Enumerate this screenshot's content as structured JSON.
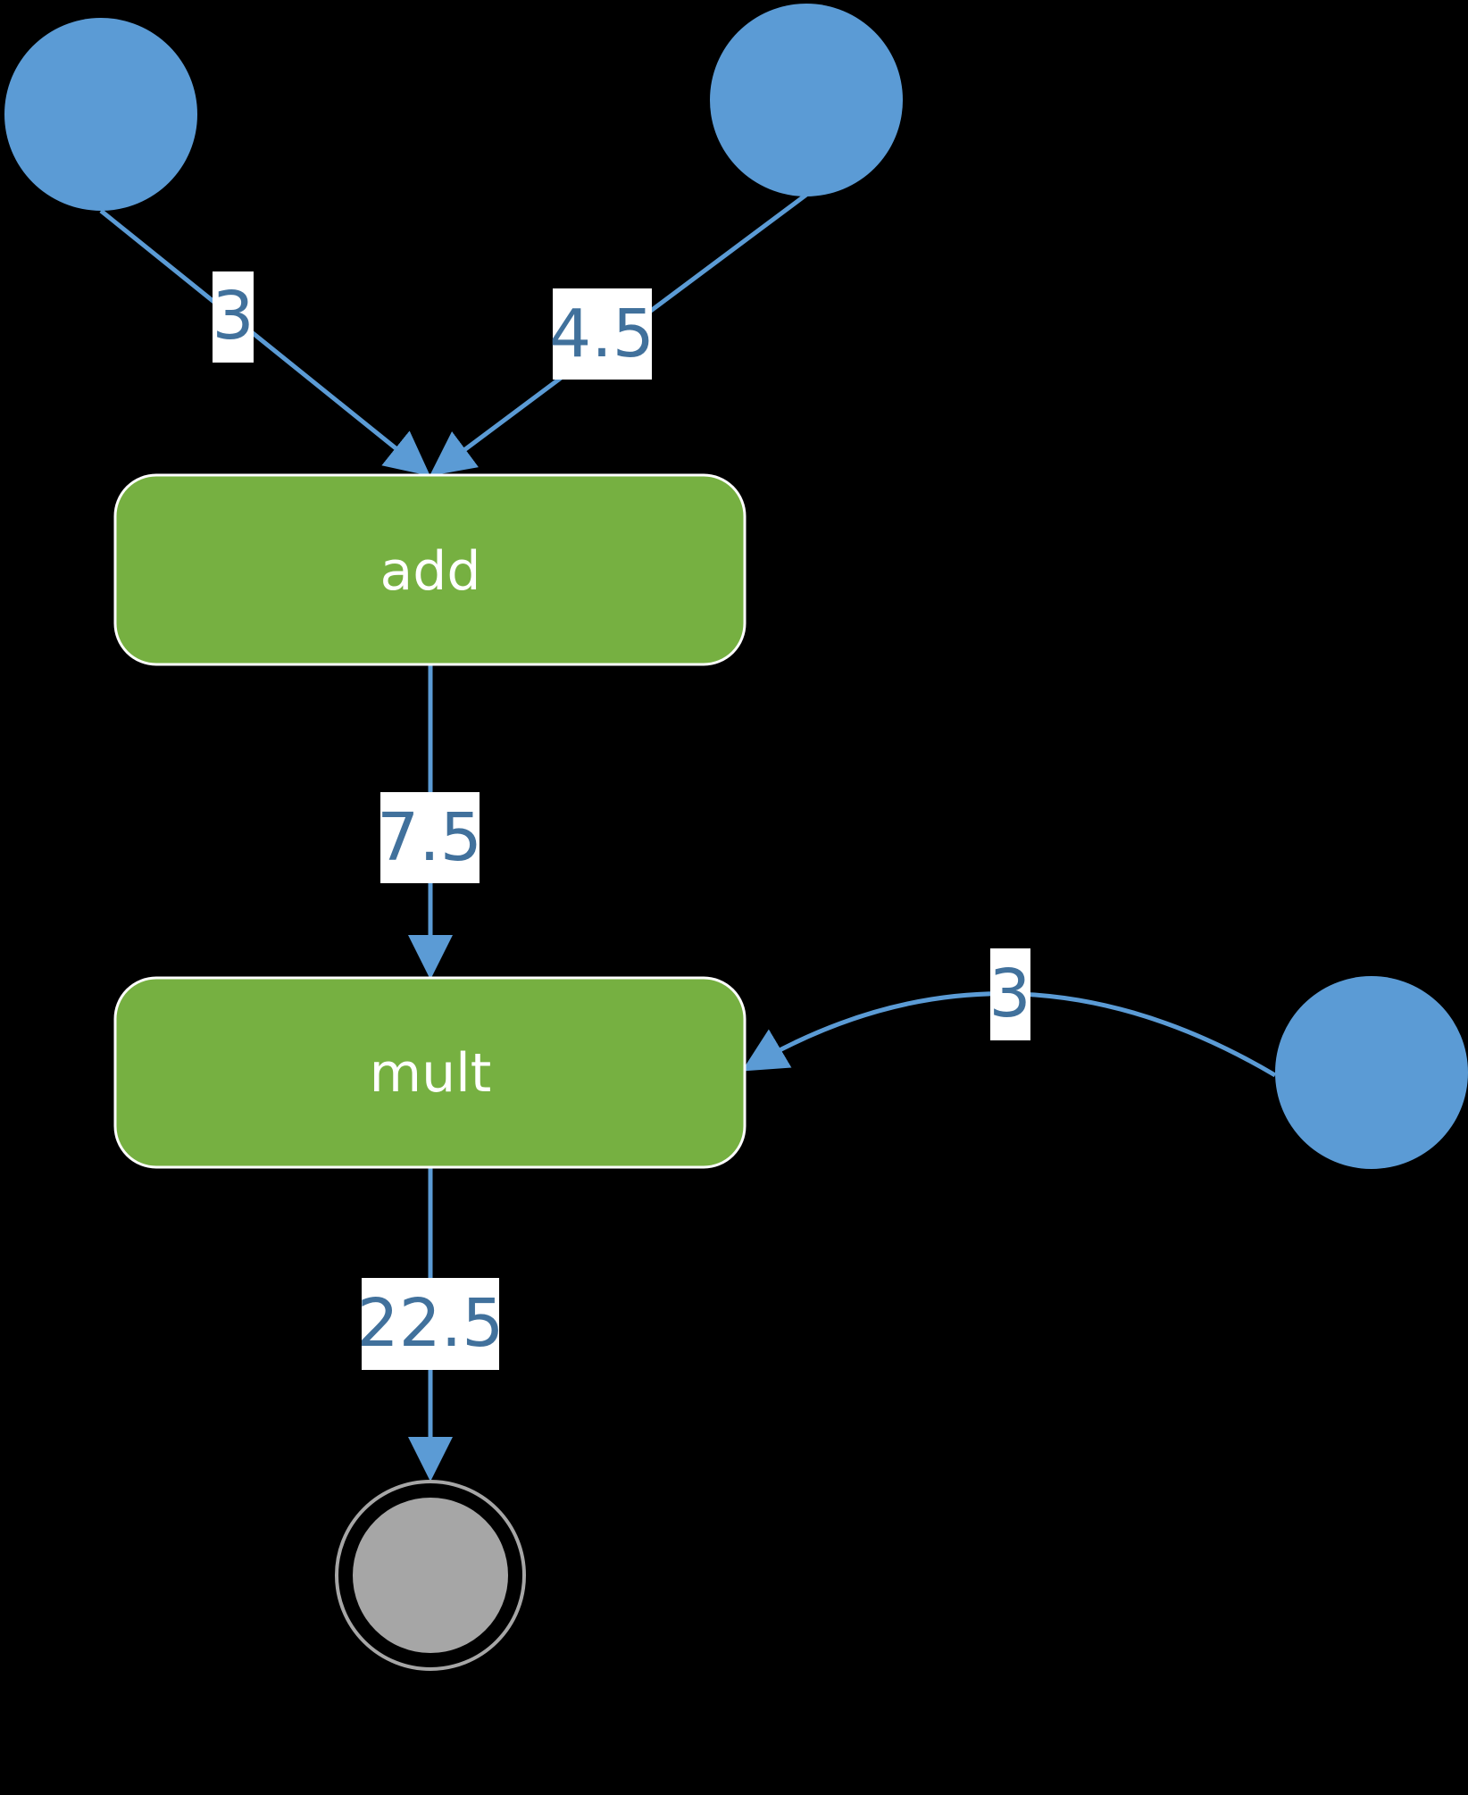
{
  "colors": {
    "background": "#000000",
    "input_node": "#5b9bd5",
    "operation_node": "#76b041",
    "output_node": "#a6a6a6",
    "edge": "#5b9bd5",
    "edge_label_text": "#41719c"
  },
  "nodes": {
    "add": {
      "label": "add"
    },
    "mult": {
      "label": "mult"
    }
  },
  "edges": {
    "input_a_to_add": {
      "value": "3"
    },
    "input_b_to_add": {
      "value": "4.5"
    },
    "add_to_mult": {
      "value": "7.5"
    },
    "input_c_to_mult": {
      "value": "3"
    },
    "mult_to_output": {
      "value": "22.5"
    }
  }
}
